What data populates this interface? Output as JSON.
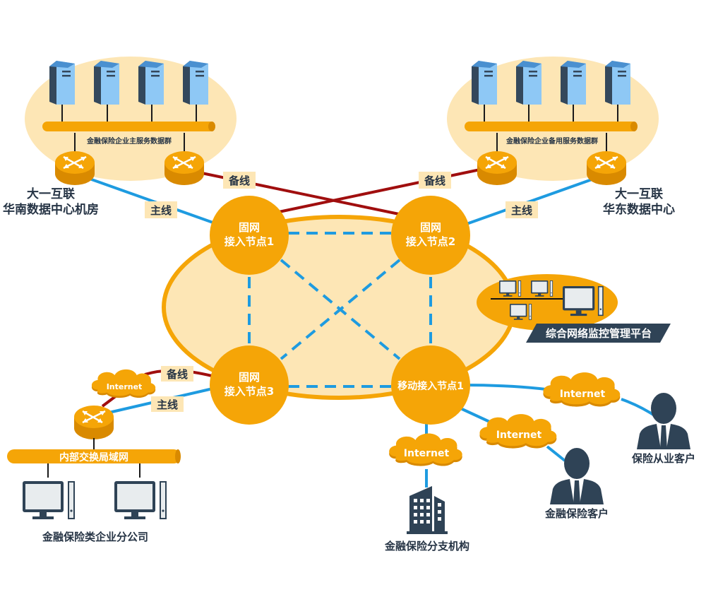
{
  "colors": {
    "orange": "#F5A507",
    "orange_dark": "#D98A00",
    "light_fill": "#FDE6B5",
    "main_line": "#1E9BE0",
    "backup_line": "#A00E0E",
    "dark": "#2F4356",
    "server_front": "#8EC8F5",
    "server_side": "#34485C"
  },
  "datacenters": [
    {
      "id": "south",
      "name_line1": "大一互联",
      "name_line2": "华南数据中心机房",
      "cluster_label": "金融保险企业主服务数据群"
    },
    {
      "id": "east",
      "name_line1": "大一互联",
      "name_line2": "华东数据中心",
      "cluster_label": "金融保险企业备用服务数据群"
    }
  ],
  "links": {
    "main": "主线",
    "backup": "备线"
  },
  "nodes": [
    {
      "id": "n1",
      "line1": "固网",
      "line2": "接入节点1"
    },
    {
      "id": "n2",
      "line1": "固网",
      "line2": "接入节点2"
    },
    {
      "id": "n3",
      "line1": "固网",
      "line2": "接入节点3"
    },
    {
      "id": "m1",
      "line1": "移动接入节点1"
    }
  ],
  "monitor_platform": "综合网络监控管理平台",
  "branch_office": {
    "lan_label": "内部交换局域网",
    "name": "金融保险类企业分公司",
    "cloud": "Internet"
  },
  "mobile_clients": [
    {
      "cloud": "Internet",
      "name": "金融保险分支机构",
      "icon": "building-icon"
    },
    {
      "cloud": "Internet",
      "name": "金融保险客户",
      "icon": "person-icon"
    },
    {
      "cloud": "Internet",
      "name": "保险从业客户",
      "icon": "person-icon"
    }
  ]
}
